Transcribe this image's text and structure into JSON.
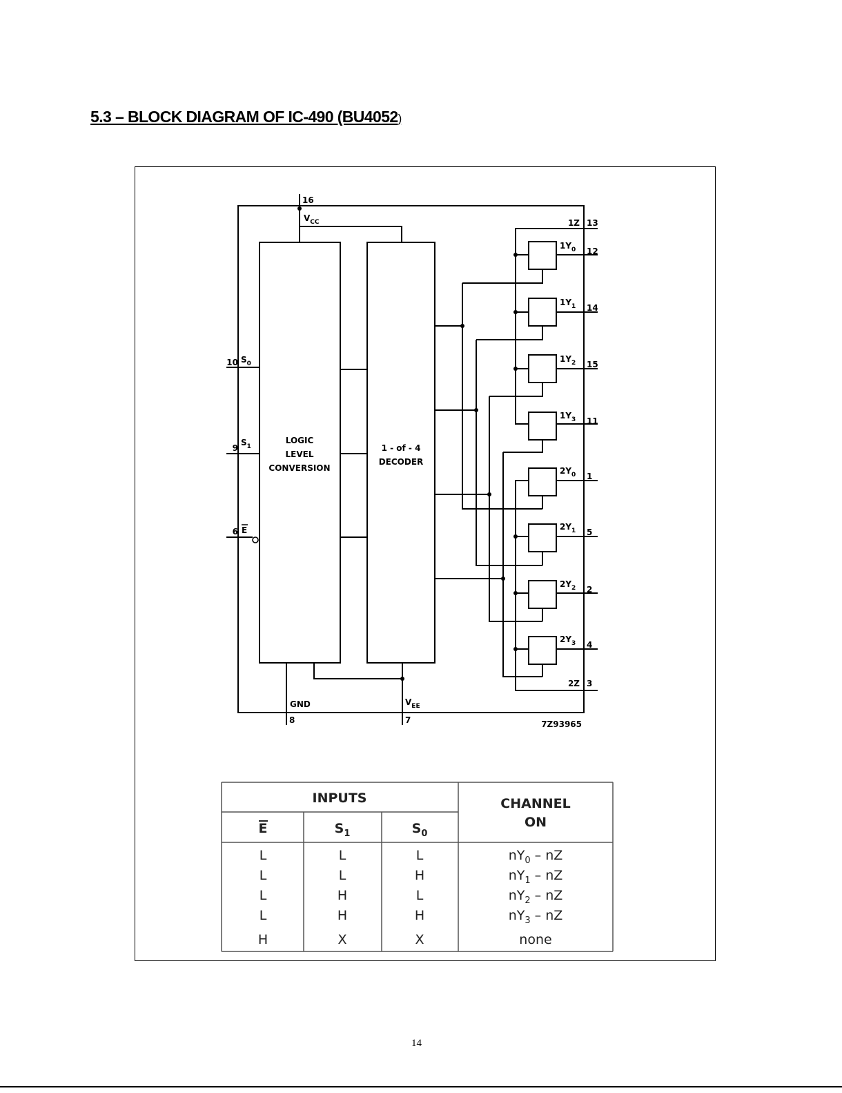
{
  "heading": {
    "text": "5.3 – BLOCK DIAGRAM OF IC-490 (BU4052",
    "close": ")"
  },
  "diagram": {
    "vcc": {
      "pin": "16",
      "label": "V",
      "sub": "CC"
    },
    "vee": {
      "pin": "7",
      "label": "V",
      "sub": "EE"
    },
    "gnd": {
      "pin": "8",
      "label": "GND"
    },
    "inputs": [
      {
        "pin": "10",
        "label": "S",
        "sub": "0"
      },
      {
        "pin": "9",
        "label": "S",
        "sub": "1"
      },
      {
        "pin": "6",
        "label": "E"
      }
    ],
    "logic_block": [
      "LOGIC",
      "LEVEL",
      "CONVERSION"
    ],
    "decoder_block": [
      "1 - of - 4",
      "DECODER"
    ],
    "common_1z": {
      "label": "1Z",
      "pin": "13"
    },
    "common_2z": {
      "label": "2Z",
      "pin": "3"
    },
    "channels": [
      {
        "label": "1Y",
        "sub": "0",
        "pin": "12"
      },
      {
        "label": "1Y",
        "sub": "1",
        "pin": "14"
      },
      {
        "label": "1Y",
        "sub": "2",
        "pin": "15"
      },
      {
        "label": "1Y",
        "sub": "3",
        "pin": "11"
      },
      {
        "label": "2Y",
        "sub": "0",
        "pin": "1"
      },
      {
        "label": "2Y",
        "sub": "1",
        "pin": "5"
      },
      {
        "label": "2Y",
        "sub": "2",
        "pin": "2"
      },
      {
        "label": "2Y",
        "sub": "3",
        "pin": "4"
      }
    ],
    "code": "7Z93965"
  },
  "truth_table": {
    "inputs_header": "INPUTS",
    "output_header": [
      "CHANNEL",
      "ON"
    ],
    "columns": [
      {
        "label": "E",
        "sub": ""
      },
      {
        "label": "S",
        "sub": "1"
      },
      {
        "label": "S",
        "sub": "0"
      }
    ],
    "rows": [
      {
        "e": "L",
        "s1": "L",
        "s0": "L",
        "ch": "nY",
        "sub": "0",
        "tail": " – nZ"
      },
      {
        "e": "L",
        "s1": "L",
        "s0": "H",
        "ch": "nY",
        "sub": "1",
        "tail": " – nZ"
      },
      {
        "e": "L",
        "s1": "H",
        "s0": "L",
        "ch": "nY",
        "sub": "2",
        "tail": " – nZ"
      },
      {
        "e": "L",
        "s1": "H",
        "s0": "H",
        "ch": "nY",
        "sub": "3",
        "tail": " – nZ"
      },
      {
        "e": "H",
        "s1": "X",
        "s0": "X",
        "ch": "none",
        "sub": "",
        "tail": ""
      }
    ]
  },
  "page_number": "14"
}
